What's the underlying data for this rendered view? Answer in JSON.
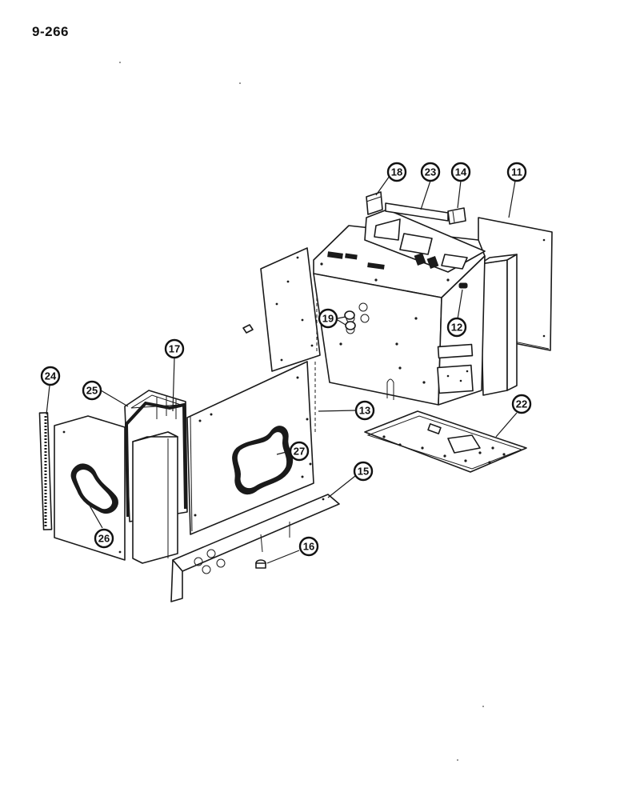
{
  "page": {
    "number": "9-266"
  },
  "callouts": {
    "c11": "11",
    "c12": "12",
    "c13": "13",
    "c14": "14",
    "c15": "15",
    "c16": "16",
    "c17": "17",
    "c18": "18",
    "c19": "19",
    "c22": "22",
    "c23": "23",
    "c24": "24",
    "c25": "25",
    "c26": "26",
    "c27": "27"
  }
}
